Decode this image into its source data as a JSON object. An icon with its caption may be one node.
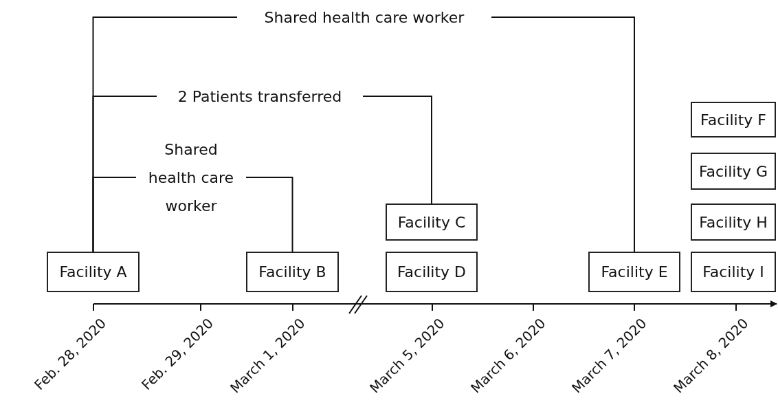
{
  "diagram": {
    "nodes": [
      {
        "text": [
          "Facility A"
        ]
      },
      {
        "text": [
          "Facility B"
        ]
      },
      {
        "text": [
          "Facility C"
        ]
      },
      {
        "text": [
          "Facility D"
        ]
      },
      {
        "text": [
          "Facility E"
        ]
      },
      {
        "text": [
          "Facility F"
        ]
      },
      {
        "text": [
          "Facility G"
        ]
      },
      {
        "text": [
          "Facility H"
        ]
      },
      {
        "text": [
          "Facility I"
        ]
      }
    ],
    "edges": [
      {
        "from": 0,
        "to": 4,
        "arrow": "none",
        "label": "Shared health care worker"
      },
      {
        "from": 0,
        "to": 2,
        "arrow": "none",
        "label": "2 Patients transferred"
      },
      {
        "from": 0,
        "to": 1,
        "arrow": "none",
        "label": "Shared health care worker"
      }
    ],
    "labels": [
      "Feb. 28, 2020",
      "Feb. 29, 2020",
      "March 1, 2020",
      "March 5, 2020",
      "March 6, 2020",
      "March 7, 2020",
      "March 8, 2020"
    ]
  }
}
